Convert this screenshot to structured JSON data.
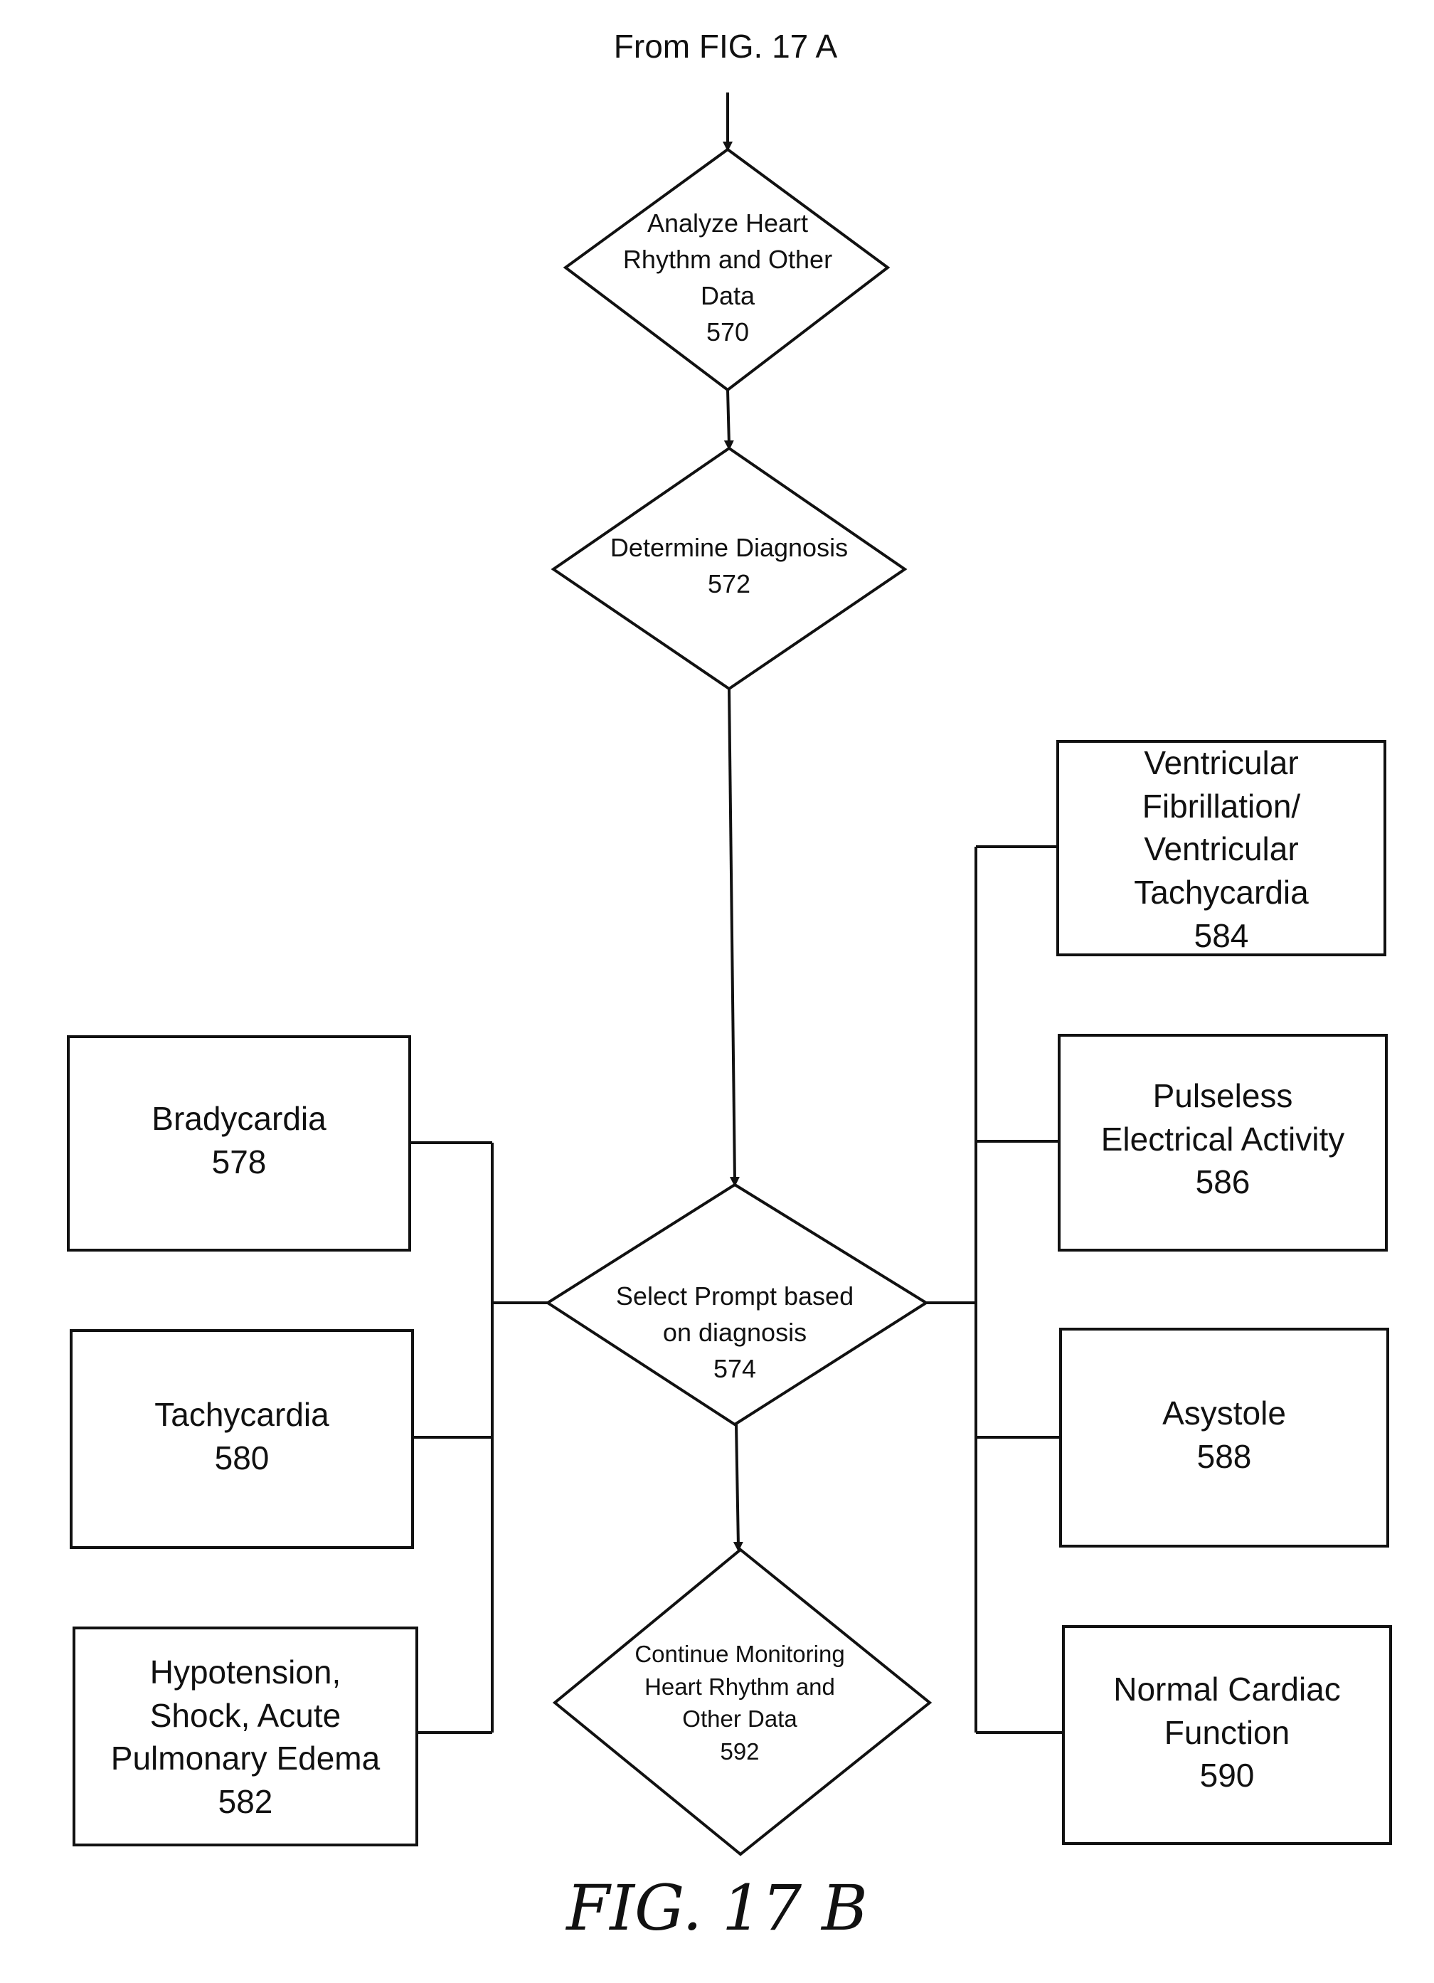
{
  "header": {
    "from_label": "From FIG. 17 A"
  },
  "nodes": {
    "analyze": {
      "text": "Analyze Heart\nRhythm and Other\nData\n570"
    },
    "determine": {
      "text": "Determine Diagnosis\n572"
    },
    "select": {
      "text": "Select Prompt based\non diagnosis\n574"
    },
    "continue": {
      "text": "Continue Monitoring\nHeart Rhythm and\nOther Data\n592"
    },
    "bradycardia": {
      "text": "Bradycardia\n578"
    },
    "tachycardia": {
      "text": "Tachycardia\n580"
    },
    "hypotension": {
      "text": "Hypotension,\nShock, Acute\nPulmonary Edema\n582"
    },
    "vfib": {
      "text": "Ventricular\nFibrillation/\nVentricular\nTachycardia\n584"
    },
    "pea": {
      "text": "Pulseless\nElectrical Activity\n586"
    },
    "asystole": {
      "text": "Asystole\n588"
    },
    "normal": {
      "text": "Normal Cardiac\nFunction\n590"
    }
  },
  "caption": {
    "text": "FIG. 17 B"
  }
}
